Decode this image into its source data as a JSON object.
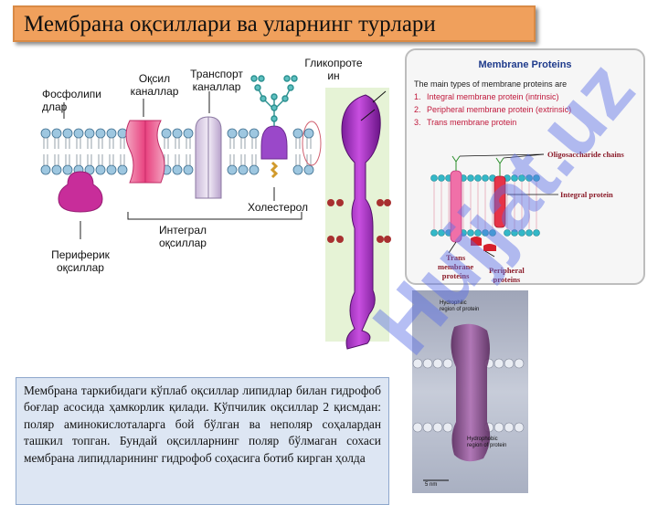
{
  "slide": {
    "title": "Мембрана оқсиллари ва уларнинг турлари"
  },
  "diagram": {
    "labels": {
      "phospholipids": [
        "Фосфолипи",
        "длар"
      ],
      "protein_channels": [
        "Оқсил",
        "каналлар"
      ],
      "transport_channels": [
        "Транспорт",
        "каналлар"
      ],
      "glycoprotein": [
        "Гликопроте",
        "ин"
      ],
      "cholesterol": "Холестерол",
      "integral_proteins": [
        "Интеграл",
        "оқсиллар"
      ],
      "peripheral_proteins": [
        "Периферик",
        "оқсиллар"
      ]
    }
  },
  "panel": {
    "title": "Membrane Proteins",
    "intro": "The main types of membrane proteins are",
    "items": [
      {
        "num": "1.",
        "text": "Integral membrane protein (intrinsic)"
      },
      {
        "num": "2.",
        "text": "Peripheral membrane protein (extrinsic)"
      },
      {
        "num": "3.",
        "text": "Trans membrane protein"
      }
    ],
    "labels": {
      "oligosaccharide": "Oligosaccharide chains",
      "integral": "Integral protein",
      "trans": [
        "Trans",
        "membrane",
        "proteins"
      ],
      "peripheral": [
        "Peripheral",
        "proteins"
      ]
    }
  },
  "photo": {
    "top_label": [
      "Hydrophilic",
      "region of protein"
    ],
    "bottom_label": [
      "Hydrophobic",
      "region of protein"
    ],
    "scale": "5 nm"
  },
  "body_text": {
    "lines": [
      "Мембрана таркибидаги кўплаб оқсиллар липидлар билан",
      "гидрофоб боғлар асосида ҳамкорлик қилади. Кўпчилик",
      "оқсиллар 2 қисмдан: поляр аминокислоталарга бой",
      "бўлган ва неполяр соҳалардан ташкил топган. Бундай",
      "оқсилларнинг поляр бўлмаган  сохаси мембрана",
      "липидларининг  гидрофоб соҳасига ботиб кирган ҳолда"
    ]
  },
  "watermark": "Hujjat.uz"
}
